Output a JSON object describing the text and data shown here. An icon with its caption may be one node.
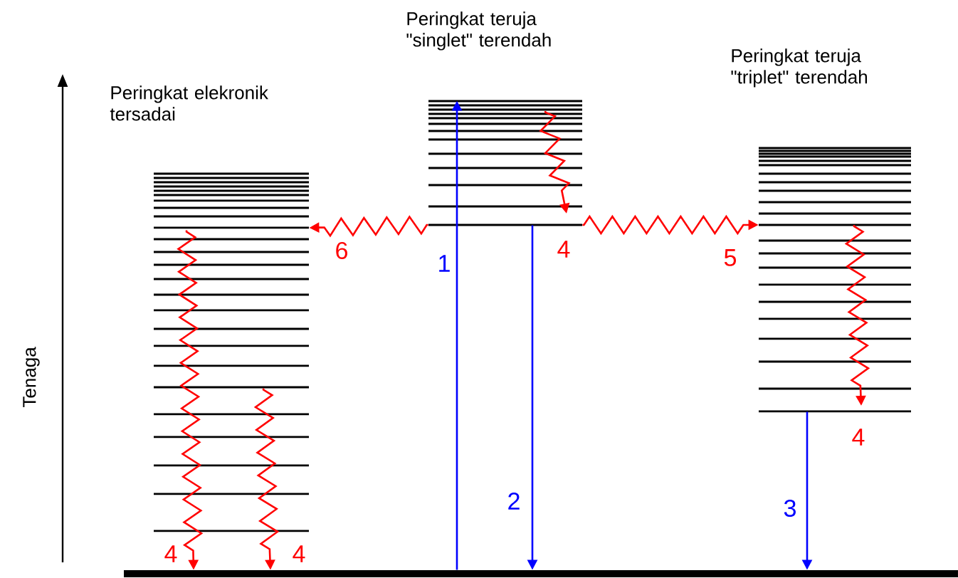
{
  "diagram": {
    "nodes": [
      {
        "text": [
          "Peringkat elekronik tersadai"
        ]
      },
      {
        "text": [
          "Peringkat teruja \"singlet\" terendah"
        ],
        "beside": [
          "4"
        ]
      },
      {
        "text": [
          "Peringkat teruja \"triplet\" terendah"
        ],
        "beside": [
          "4"
        ]
      },
      {
        "text": [],
        "shape": "bar"
      }
    ],
    "edges": [
      {
        "from": 3,
        "to": 1,
        "arrow": "to",
        "label": "1",
        "color": "#0000ff"
      },
      {
        "from": 1,
        "to": 3,
        "arrow": "to",
        "label": "2",
        "color": "#0000ff"
      },
      {
        "from": 2,
        "to": 3,
        "arrow": "to",
        "label": "3",
        "color": "#0000ff"
      },
      {
        "from": 1,
        "to": 2,
        "arrow": "to",
        "label": "5",
        "color": "#ff0000"
      },
      {
        "from": 1,
        "to": 0,
        "arrow": "to",
        "label": "6",
        "color": "#ff0000"
      },
      {
        "from": 0,
        "to": 3,
        "arrow": "to",
        "label": "4",
        "color": "#ff0000"
      },
      {
        "from": 0,
        "to": 3,
        "arrow": "to",
        "label": "4",
        "color": "#ff0000"
      }
    ],
    "labels": [
      "Tenaga"
    ]
  }
}
